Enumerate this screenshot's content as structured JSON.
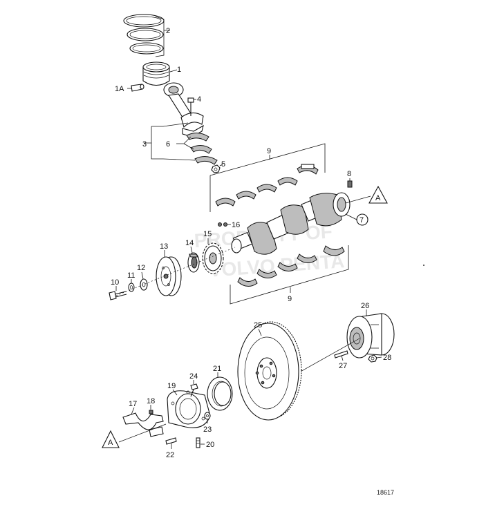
{
  "diagram": {
    "reference_number": "18617",
    "watermark": [
      "PROPERTY OF",
      "VOLVO PENTA"
    ],
    "callouts": [
      "1",
      "1A",
      "2",
      "3",
      "4",
      "5",
      "6",
      "7",
      "8",
      "9",
      "9",
      "10",
      "11",
      "12",
      "13",
      "14",
      "15",
      "16",
      "17",
      "18",
      "19",
      "20",
      "21",
      "22",
      "23",
      "24",
      "25",
      "26",
      "27",
      "28"
    ],
    "connector_labels": [
      "A",
      "A"
    ]
  }
}
